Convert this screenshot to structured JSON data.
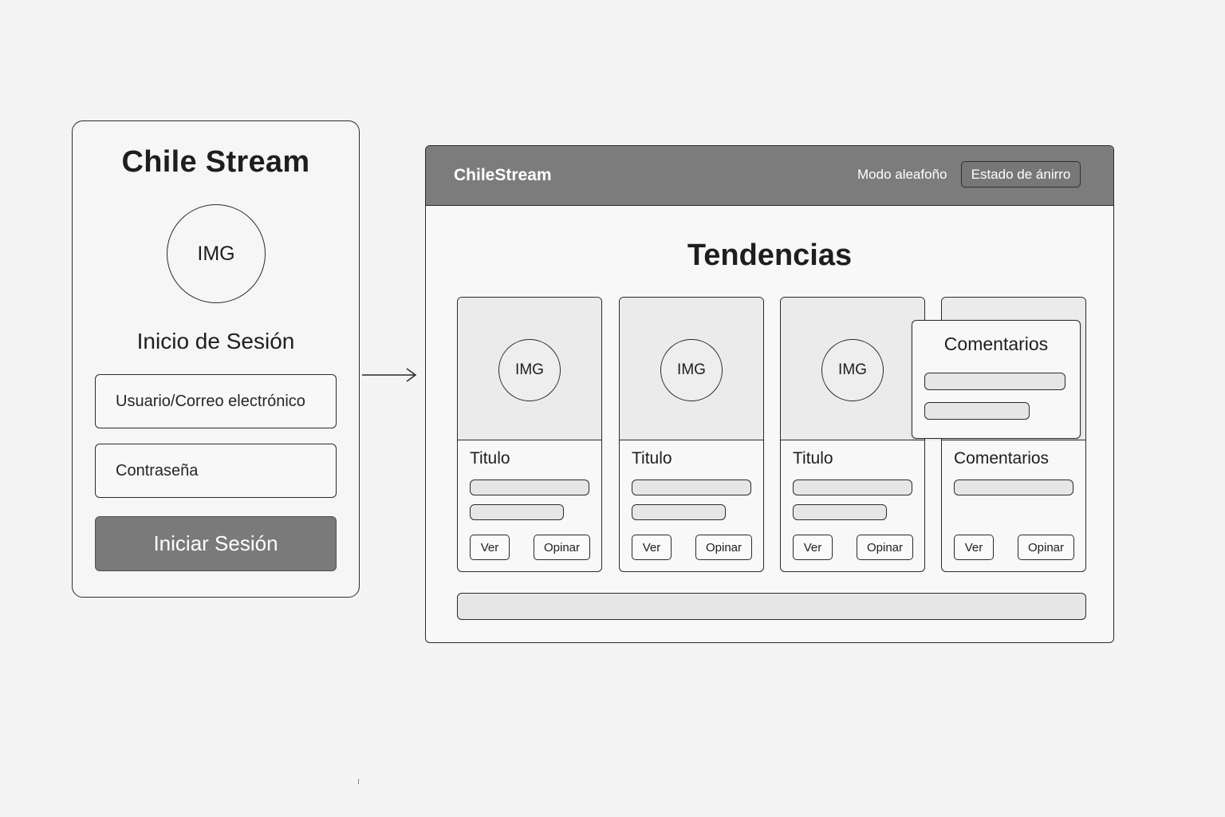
{
  "login": {
    "brand": "Chile Stream",
    "avatar_placeholder": "IMG",
    "heading": "Inicio de Sesión",
    "user_field_placeholder": "Usuario/Correo electrónico",
    "password_field_placeholder": "Contraseña",
    "submit_label": "Iniciar Sesión"
  },
  "app": {
    "logo": "ChileStream",
    "header": {
      "mode_label": "Modo aleafoño",
      "state_button_label": "Estado de ánirro"
    },
    "section_title": "Tendencias",
    "cards": [
      {
        "image_placeholder": "IMG",
        "title": "Titulo",
        "view_label": "Ver",
        "opinion_label": "Opinar"
      },
      {
        "image_placeholder": "IMG",
        "title": "Titulo",
        "view_label": "Ver",
        "opinion_label": "Opinar"
      },
      {
        "image_placeholder": "IMG",
        "title": "Titulo",
        "view_label": "Ver",
        "opinion_label": "Opinar"
      },
      {
        "title": "Comentarios",
        "view_label": "Ver",
        "opinion_label": "Opinar"
      }
    ],
    "comments_popover": {
      "title": "Comentarios"
    }
  },
  "colors": {
    "background": "#f4f4f4",
    "header": "#7c7c7c",
    "primary_button": "#7a7a7a",
    "outline": "#2a2a2a",
    "placeholder_fill": "#e6e6e6"
  },
  "icons": {
    "flow_arrow": "arrow-right-icon"
  }
}
